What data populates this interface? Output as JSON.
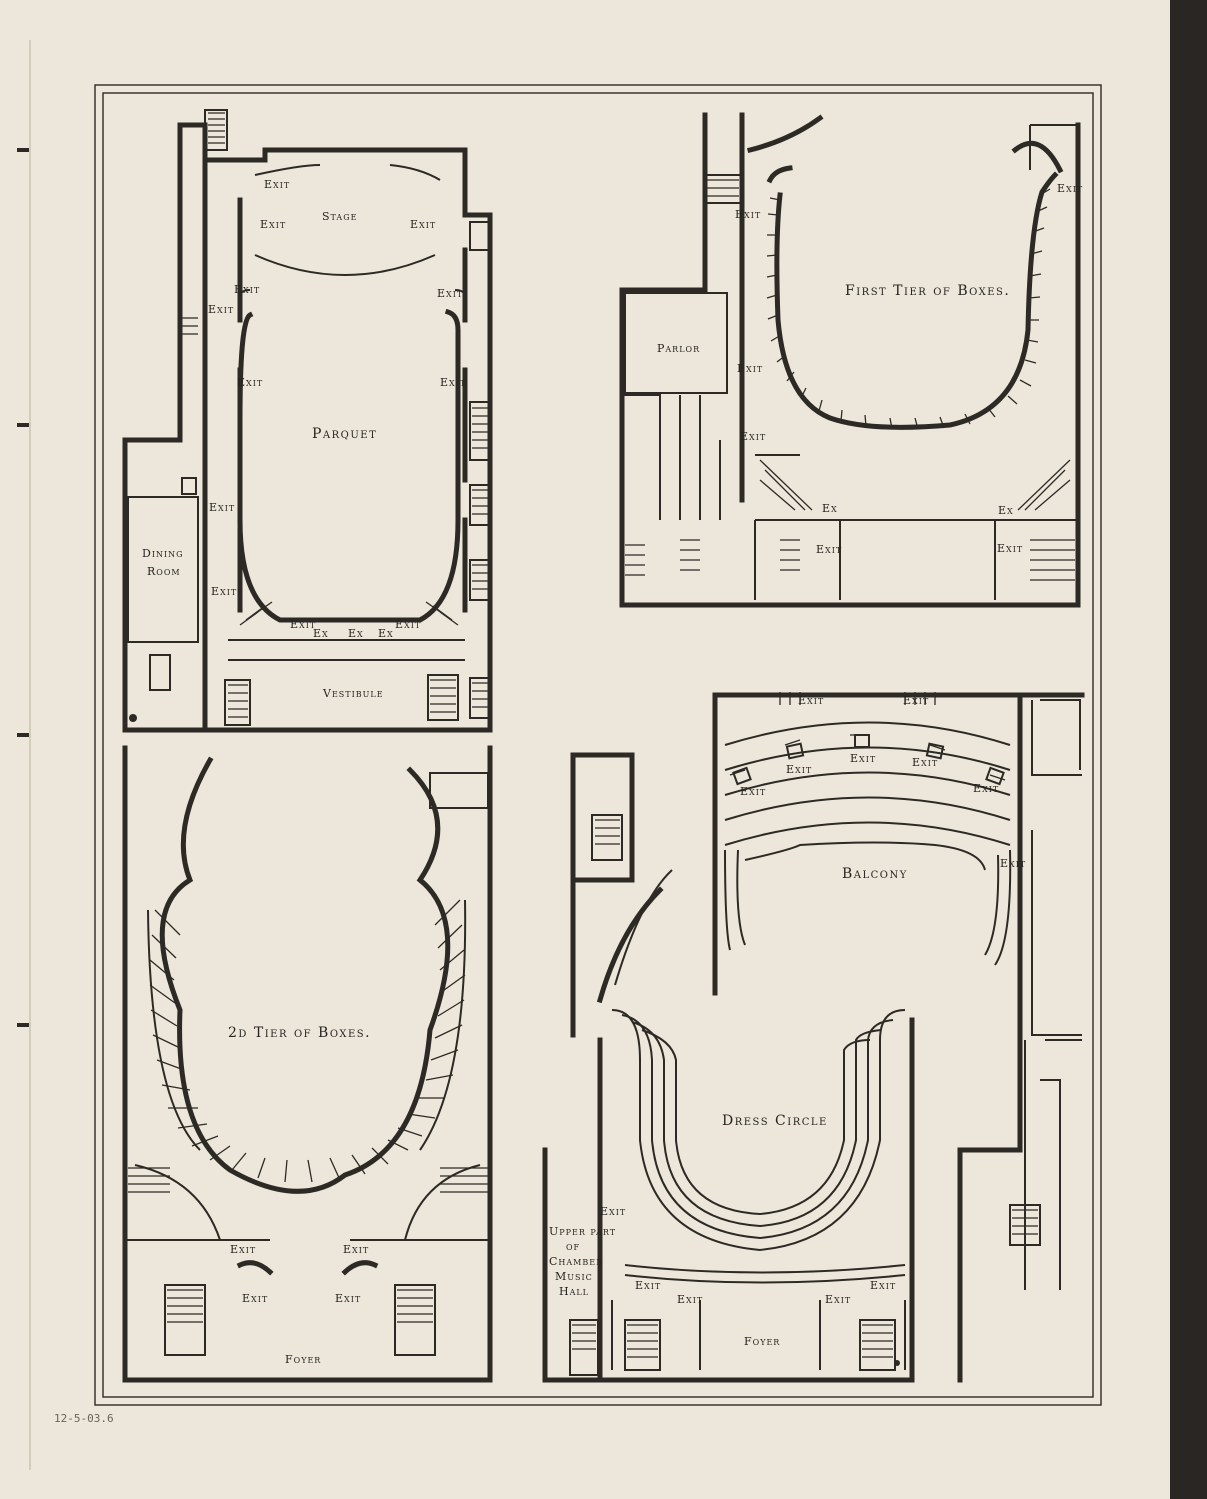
{
  "plans": {
    "parquet": {
      "title": "Parquet",
      "stage": "Stage",
      "vestibule": "Vestibule",
      "dining_room_line1": "Dining",
      "dining_room_line2": "Room",
      "exit": "Exit",
      "ex": "Ex"
    },
    "first_tier": {
      "title": "First Tier of Boxes.",
      "parlor": "Parlor",
      "exit": "Exit",
      "ex": "Ex"
    },
    "second_tier": {
      "title": "2d Tier of Boxes.",
      "foyer": "Foyer",
      "exit": "Exit"
    },
    "balcony": {
      "title": "Balcony",
      "exit": "Exit"
    },
    "dress_circle": {
      "title": "Dress Circle",
      "foyer": "Foyer",
      "exit": "Exit",
      "note_line1": "Upper part",
      "note_line2": "of",
      "note_line3": "Chamber",
      "note_line4": "Music",
      "note_line5": "Hall"
    }
  },
  "margin_note": "12-5-03.6"
}
